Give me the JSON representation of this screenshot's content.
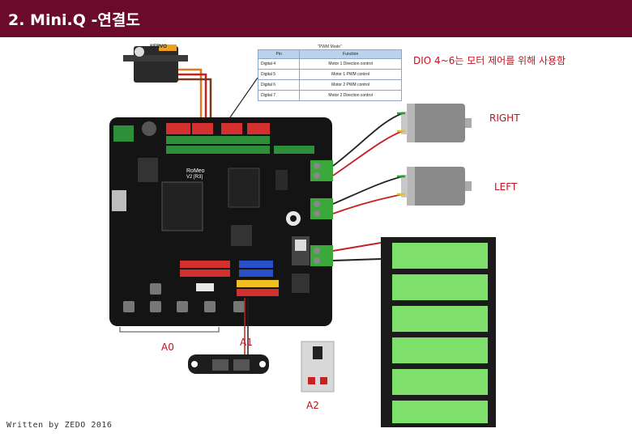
{
  "header": {
    "title": "2. Mini.Q -연결도"
  },
  "pin_table": {
    "caption": "\"PWM Mode\"",
    "headers": [
      "Pin",
      "Function"
    ],
    "rows": [
      {
        "pin": "Digital 4",
        "function": "Motor 1 Direction control"
      },
      {
        "pin": "Digital 5",
        "function": "Motor 1 PWM control"
      },
      {
        "pin": "Digital 6",
        "function": "Motor 2 PWM control"
      },
      {
        "pin": "Digital 7",
        "function": "Motor 2 Direction control"
      }
    ]
  },
  "annotations": {
    "dio_note": "DIO 4~6는 모터 제어를 위해 사용함",
    "right_motor": "RIGHT",
    "left_motor": "LEFT",
    "sensor_a0": "A0",
    "sensor_a1": "A1",
    "sensor_a2": "A2"
  },
  "board": {
    "brand": "RoMeo",
    "model": "V2 [R3]"
  },
  "servo": {
    "label": "SERVO"
  },
  "footer": {
    "credit": "Written by ZEDO 2016"
  },
  "colors": {
    "title_bar": "#6b0b2c",
    "board": "#141414",
    "label_red": "#c0121f",
    "battery": "#7ee06a"
  }
}
